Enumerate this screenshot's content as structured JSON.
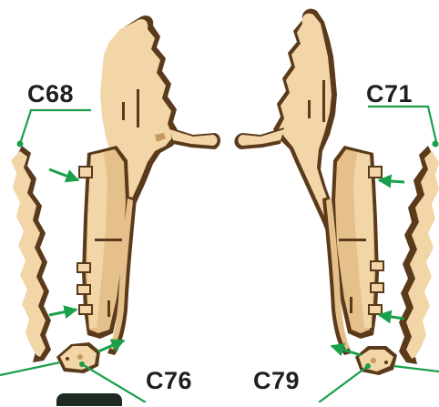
{
  "labels": {
    "c68": "C68",
    "c71": "C71",
    "c76": "C76",
    "c79": "C79"
  },
  "colors": {
    "wood_light": "#f2d6a8",
    "wood_mid": "#e6c08a",
    "wood_edge": "#5a3a1a",
    "wood_shadow": "#c99a5e",
    "leader_green": "#1aa04a",
    "arrow_green": "#1aa04a",
    "label_text": "#1f1f1f"
  }
}
